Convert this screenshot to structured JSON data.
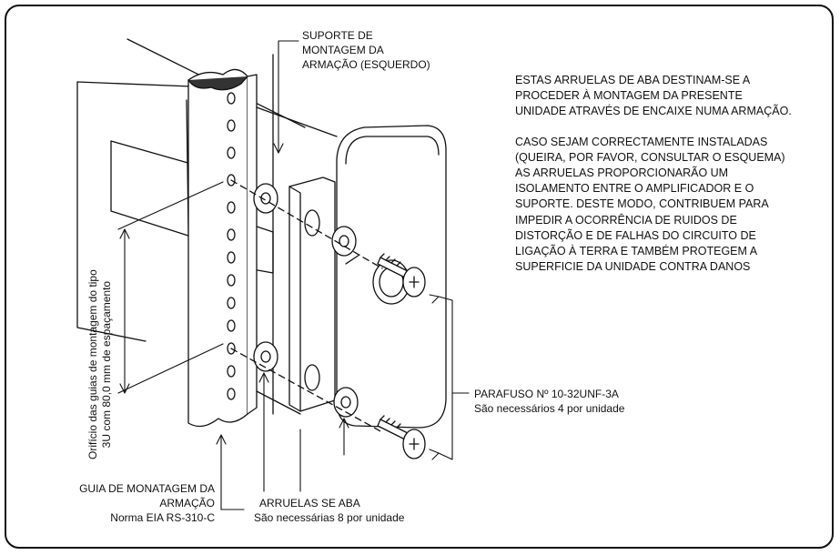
{
  "labels": {
    "bracket": [
      "SUPORTE DE",
      "MONTAGEM DA",
      "ARMAÇÃO (ESQUERDO)"
    ],
    "hole_spacing": [
      "Orifício das guias de montagem do tipo",
      "3U com 80,0 mm de espaçamento"
    ],
    "rail": [
      "GUIA DE MONATAGEM DA",
      "ARMAÇÃO",
      "Norma EIA RS-310-C"
    ],
    "washers": [
      "ARRUELAS SE ABA",
      "São necessárias 8 por unidade"
    ],
    "screw": [
      "PARAFUSO Nº 10-32UNF-3A",
      "São necessários 4 por unidade"
    ]
  },
  "notes": {
    "paragraph1": [
      "ESTAS ARRUELAS DE ABA DESTINAM-SE A",
      "PROCEDER À MONTAGEM DA PRESENTE",
      "UNIDADE ATRAVÉS DE ENCAIXE NUMA ARMAÇÃO."
    ],
    "paragraph2": [
      "CASO SEJAM CORRECTAMENTE INSTALADAS",
      "(QUEIRA, POR FAVOR, CONSULTAR O ESQUEMA)",
      "AS ARRUELAS PROPORCIONARÃO UM",
      "ISOLAMENTO ENTRE O AMPLIFICADOR E O",
      "SUPORTE. DESTE MODO, CONTRIBUEM PARA",
      "IMPEDIR A OCORRÊNCIA DE RUIDOS DE",
      "DISTORÇÃO E DE FALHAS DO CIRCUITO DE",
      "LIGAÇÃO À TERRA E TAMBÉM PROTEGEM A",
      "SUPERFICIE DA UNIDADE CONTRA DANOS"
    ]
  }
}
